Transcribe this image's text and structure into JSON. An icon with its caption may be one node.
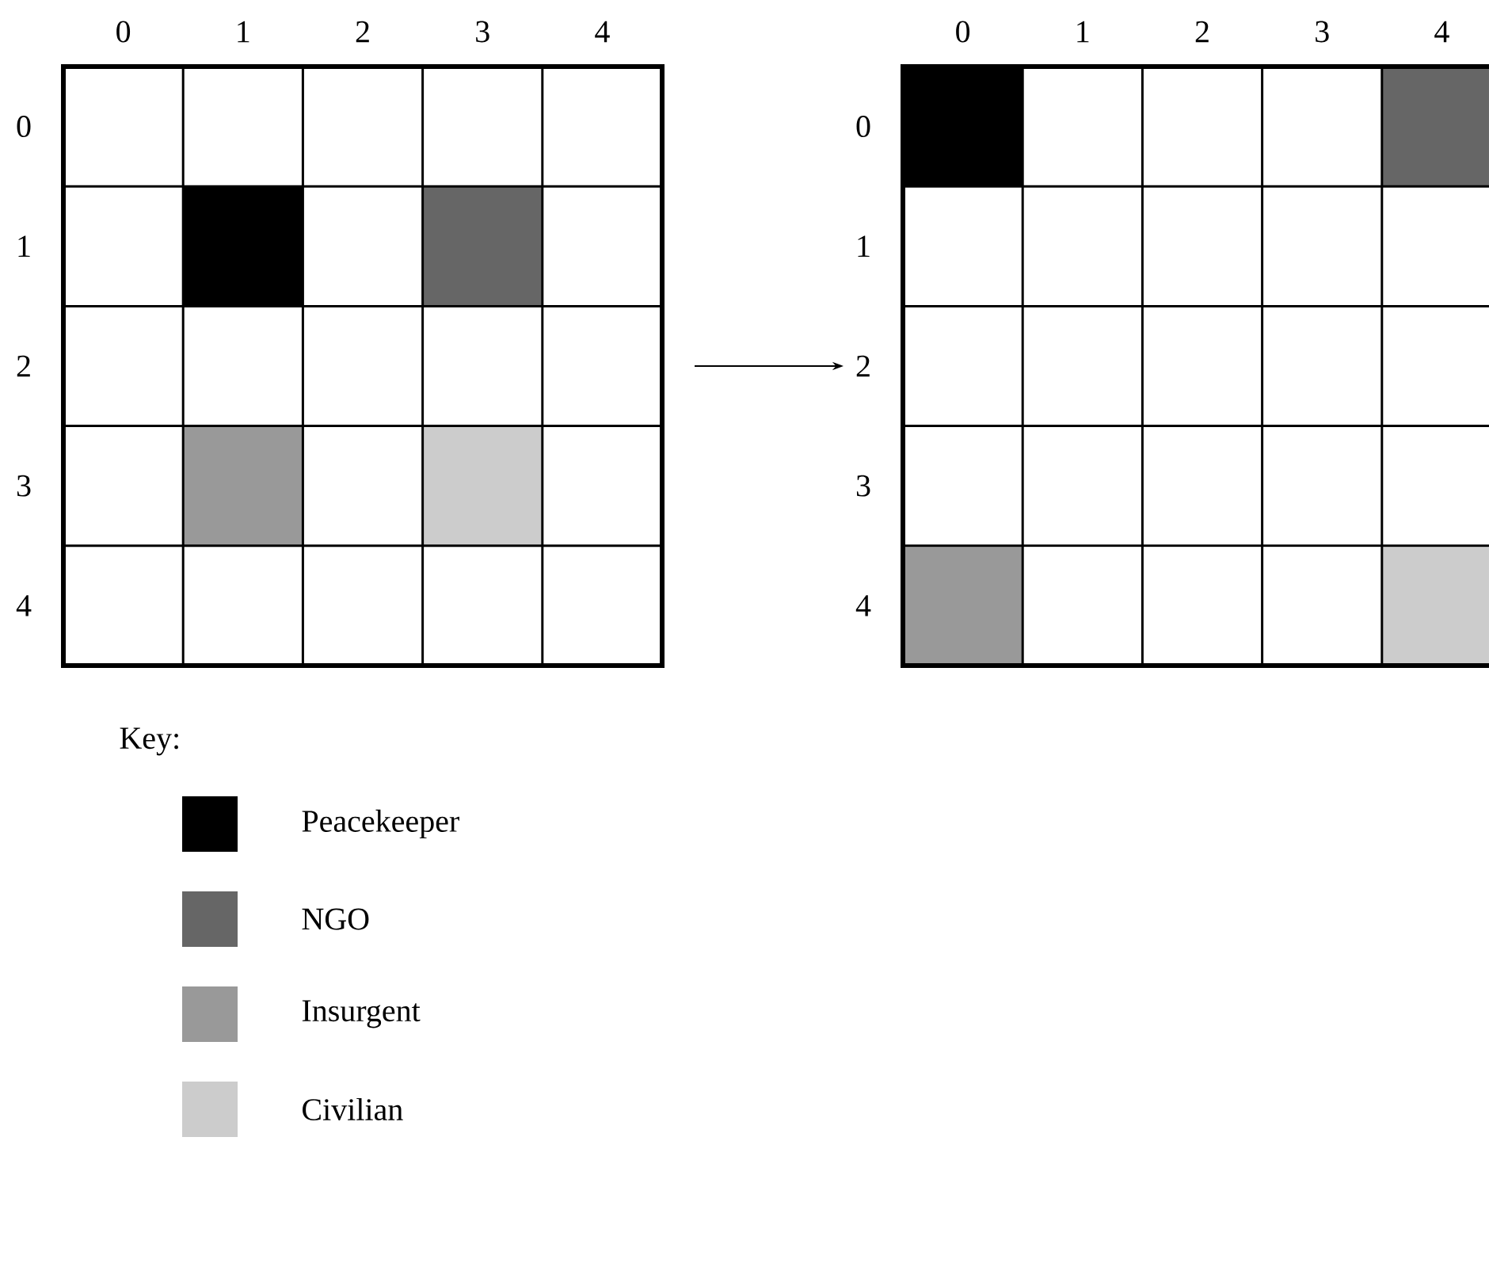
{
  "diagram": {
    "nodes": [
      {
        "text": [],
        "shape": "box",
        "beside": [
          "0",
          "1",
          "2",
          "3",
          "4",
          "0",
          "1",
          "2",
          "3",
          "4"
        ]
      },
      {
        "text": [],
        "shape": "box",
        "beside": [
          "0",
          "1",
          "2",
          "3",
          "4",
          "0",
          "1",
          "2",
          "3",
          "4"
        ]
      }
    ],
    "edges": [
      {
        "from": 0,
        "to": 1,
        "arrow": "to"
      }
    ],
    "labels": [
      "Key:"
    ],
    "legend": [
      {
        "text": "Peacekeeper",
        "color": "#000000"
      },
      {
        "text": "NGO",
        "color": "#666666"
      },
      {
        "text": "Insurgent",
        "color": "#999999"
      },
      {
        "text": "Civilian",
        "color": "#cccccc"
      }
    ]
  }
}
